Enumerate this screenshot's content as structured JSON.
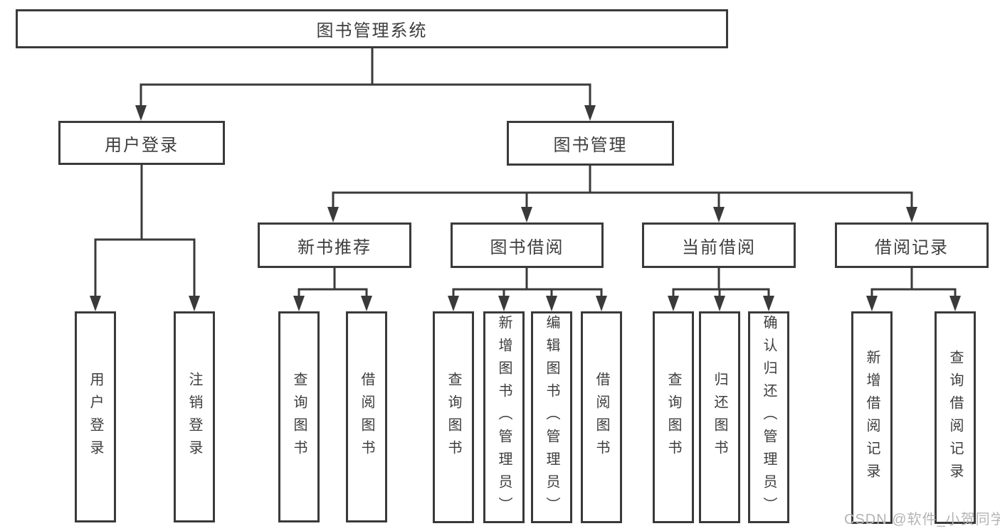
{
  "diagram_title": "图书管理系统",
  "colors": {
    "line": "#3a3a3a",
    "box_border": "#3a3a3a",
    "box_fill": "#ffffff",
    "text": "#3d3d3d",
    "watermark": "#b4b4b4",
    "background": "#ffffff"
  },
  "watermark": {
    "text": "CSDN @软件_小贺同学"
  },
  "nodes": {
    "root": {
      "label": "图书管理系统"
    },
    "user_login": {
      "label": "用户登录"
    },
    "book_mgmt": {
      "label": "图书管理"
    },
    "new_book_rec": {
      "label": "新书推荐"
    },
    "book_borrow": {
      "label": "图书借阅"
    },
    "current_borrow": {
      "label": "当前借阅"
    },
    "borrow_records": {
      "label": "借阅记录"
    },
    "leaf_user_login": {
      "label": "用户登录"
    },
    "leaf_logout_login": {
      "label": "注销登录"
    },
    "rec_query_book": {
      "label": "查询图书"
    },
    "rec_borrow_book": {
      "label": "借阅图书"
    },
    "bb_query_book": {
      "label": "查询图书"
    },
    "bb_add_book_admin": {
      "label": "新增图书（管理员）"
    },
    "bb_edit_book_admin": {
      "label": "编辑图书（管理员）"
    },
    "bb_borrow_book": {
      "label": "借阅图书"
    },
    "cb_query_book": {
      "label": "查询图书"
    },
    "cb_return_book": {
      "label": "归还图书"
    },
    "cb_confirm_return_admin": {
      "label": "确认归还（管理员）"
    },
    "br_new_record": {
      "label": "新增借阅记录"
    },
    "br_query_record": {
      "label": "查询借阅记录"
    }
  },
  "tree": {
    "label": "图书管理系统",
    "children": [
      {
        "label": "用户登录",
        "children": [
          {
            "label": "用户登录"
          },
          {
            "label": "注销登录"
          }
        ]
      },
      {
        "label": "图书管理",
        "children": [
          {
            "label": "新书推荐",
            "children": [
              {
                "label": "查询图书"
              },
              {
                "label": "借阅图书"
              }
            ]
          },
          {
            "label": "图书借阅",
            "children": [
              {
                "label": "查询图书"
              },
              {
                "label": "新增图书（管理员）"
              },
              {
                "label": "编辑图书（管理员）"
              },
              {
                "label": "借阅图书"
              }
            ]
          },
          {
            "label": "当前借阅",
            "children": [
              {
                "label": "查询图书"
              },
              {
                "label": "归还图书"
              },
              {
                "label": "确认归还（管理员）"
              }
            ]
          },
          {
            "label": "借阅记录",
            "children": [
              {
                "label": "新增借阅记录"
              },
              {
                "label": "查询借阅记录"
              }
            ]
          }
        ]
      }
    ]
  }
}
